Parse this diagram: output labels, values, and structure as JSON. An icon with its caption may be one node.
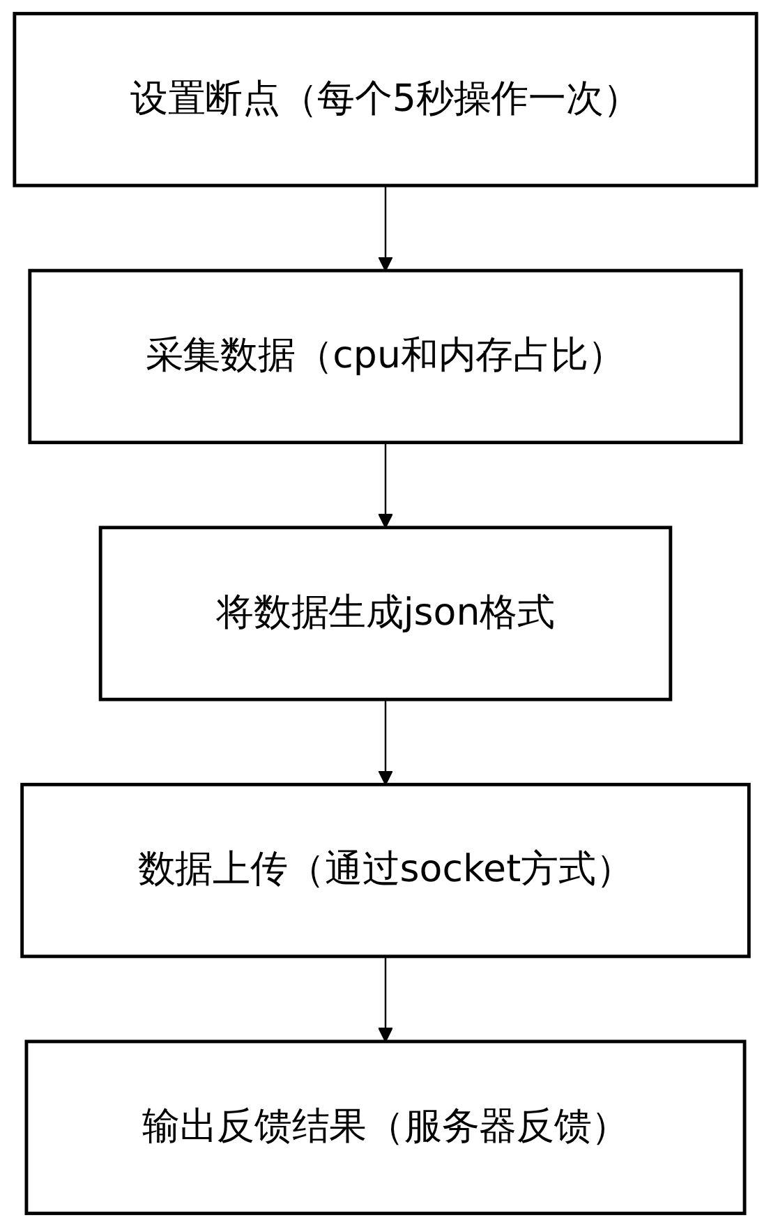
{
  "diagram": {
    "nodes": [
      {
        "text": [
          "设置断点（每个5秒操作一次）"
        ]
      },
      {
        "text": [
          "采集数据（cpu和内存占比）"
        ]
      },
      {
        "text": [
          "将数据生成json格式"
        ]
      },
      {
        "text": [
          "数据上传（通过socket方式）"
        ]
      },
      {
        "text": [
          "输出反馈结果（服务器反馈）"
        ]
      }
    ],
    "edges": [
      {
        "from": 0,
        "to": 1,
        "arrow": "to"
      },
      {
        "from": 1,
        "to": 2,
        "arrow": "to"
      },
      {
        "from": 2,
        "to": 3,
        "arrow": "to"
      },
      {
        "from": 3,
        "to": 4,
        "arrow": "to"
      }
    ]
  }
}
